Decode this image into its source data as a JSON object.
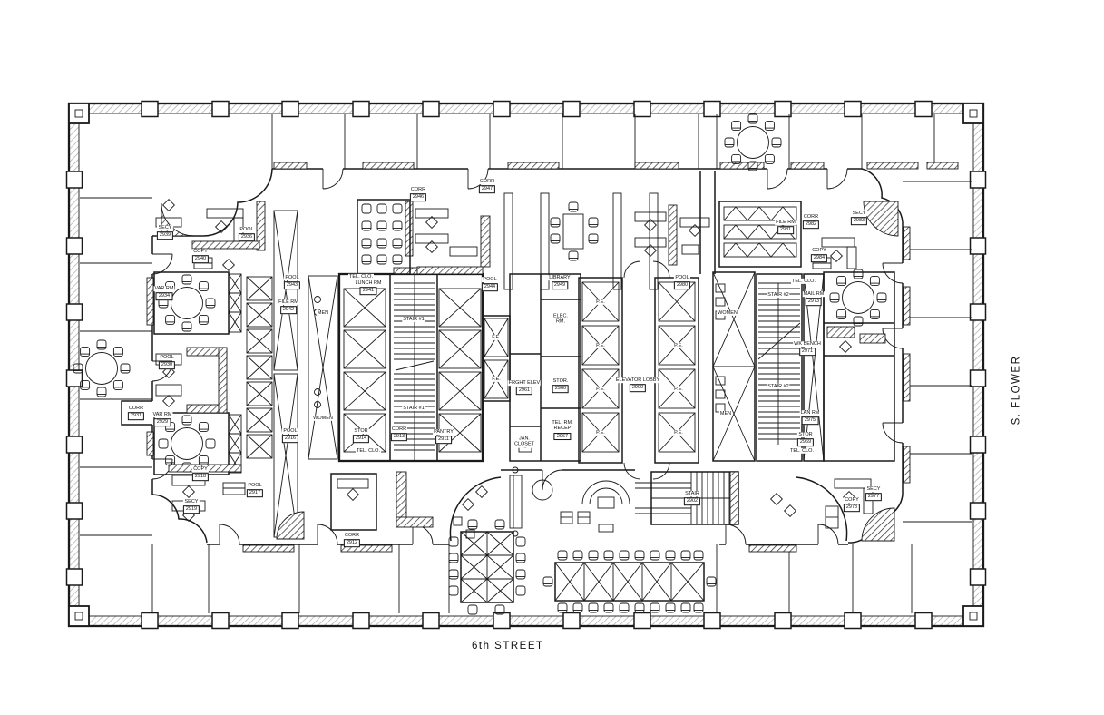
{
  "streets": {
    "bottom": "6th  STREET",
    "right": "S.  FLOWER"
  },
  "shared": {
    "pe": "P.E.",
    "fe": "F.E.",
    "stair1": "STAIR #1",
    "stair2": "STAIR #2",
    "tel_clo": "TEL.  CLO.",
    "men": "MEN",
    "women": "WOMEN"
  },
  "rooms": [
    {
      "name": "SECY",
      "num": "2939"
    },
    {
      "name": "POOL",
      "num": "2936"
    },
    {
      "name": "COPY",
      "num": "2940"
    },
    {
      "name": "VAR RM",
      "num": "2934"
    },
    {
      "name": "POOL",
      "num": "2943"
    },
    {
      "name": "FILE RM",
      "num": "2942"
    },
    {
      "name": "POOL",
      "num": "2930"
    },
    {
      "name": "CORR",
      "num": "2931"
    },
    {
      "name": "VAR RM",
      "num": "2929"
    },
    {
      "name": "COPY",
      "num": "2918"
    },
    {
      "name": "SECY",
      "num": "2919"
    },
    {
      "name": "POOL",
      "num": "2917"
    },
    {
      "name": "POOL",
      "num": "2916"
    },
    {
      "name": "CORR",
      "num": "2912"
    },
    {
      "name": "LUNCH RM",
      "num": "2941"
    },
    {
      "name": "STOR",
      "num": "2914"
    },
    {
      "name": "CORR",
      "num": "2913"
    },
    {
      "name": "PANTRY",
      "num": "2911"
    },
    {
      "name": "POOL",
      "num": "2944"
    },
    {
      "name": "CORR",
      "num": "2946"
    },
    {
      "name": "CORR",
      "num": "2947"
    },
    {
      "name": "LIBRARY",
      "num": "2949"
    },
    {
      "name": "ELEC.\nRM."
    },
    {
      "name": "FRGHT ELEV",
      "num": "2961"
    },
    {
      "name": "STOR.",
      "num": "2960"
    },
    {
      "name": "TEL. RM.\nRECEP",
      "num": "2967"
    },
    {
      "name": "JAN.\nCLOSET"
    },
    {
      "name": "ELEVATOR  LOBBY",
      "num": "2900"
    },
    {
      "name": "POOL",
      "num": "2980"
    },
    {
      "name": "MAIL RM",
      "num": "2973"
    },
    {
      "name": "WK BENCH",
      "num": "2971"
    },
    {
      "name": "LAN RM",
      "num": "2975"
    },
    {
      "name": "STOR",
      "num": "2969"
    },
    {
      "name": "FILE RM",
      "num": "2981"
    },
    {
      "name": "CORR",
      "num": "2982"
    },
    {
      "name": "SECY",
      "num": "2983"
    },
    {
      "name": "COPY",
      "num": "2984"
    },
    {
      "name": "SECY",
      "num": "2977"
    },
    {
      "name": "COPY",
      "num": "2978"
    },
    {
      "name": "STAIR",
      "num": "2902"
    }
  ]
}
